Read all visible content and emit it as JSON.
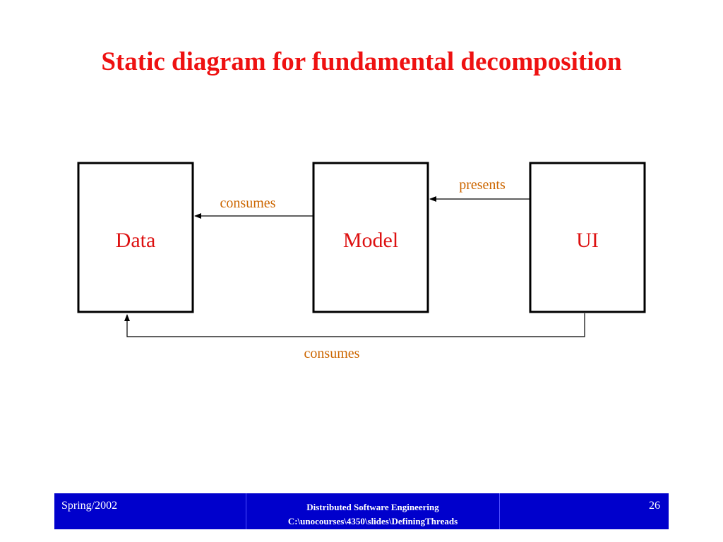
{
  "slide": {
    "title": "Static diagram for fundamental decomposition"
  },
  "diagram": {
    "boxes": {
      "data": "Data",
      "model": "Model",
      "ui": "UI"
    },
    "edges": {
      "model_to_data": "consumes",
      "ui_to_model": "presents",
      "ui_to_data": "consumes"
    },
    "colors": {
      "title": "#ee1111",
      "box_label": "#dd1111",
      "edge_label": "#cc6600",
      "footer_bg": "#0000cc"
    }
  },
  "footer": {
    "left": "Spring/2002",
    "center_line1": "Distributed Software Engineering",
    "center_line2": "C:\\unocourses\\4350\\slides\\DefiningThreads",
    "right": "26"
  }
}
